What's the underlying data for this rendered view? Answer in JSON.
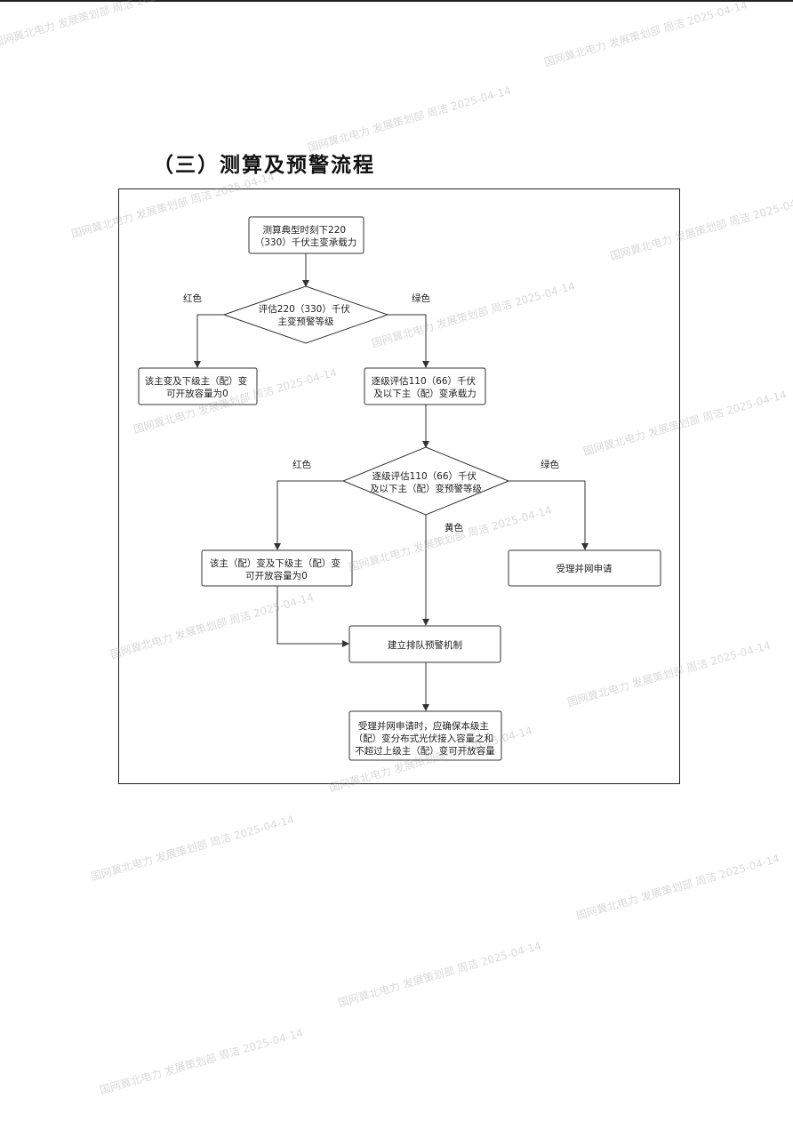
{
  "section_title": "（三）测算及预警流程",
  "flow": {
    "n1": [
      "测算典型时刻下220",
      "（330）千伏主变承载力"
    ],
    "d1": [
      "评估220（330）千伏",
      "主变预警等级"
    ],
    "l_red1": "红色",
    "l_green1": "绿色",
    "n2": [
      "该主变及下级主（配）变",
      "可开放容量为0"
    ],
    "n3": [
      "逐级评估110（66）千伏",
      "及以下主（配）变承载力"
    ],
    "d2": [
      "逐级评估110（66）千伏",
      "及以下主（配）变预警等级"
    ],
    "l_red2": "红色",
    "l_green2": "绿色",
    "l_yellow": "黄色",
    "n4": [
      "该主（配）变及下级主（配）变",
      "可开放容量为0"
    ],
    "n5": [
      "受理并网申请"
    ],
    "n6": [
      "建立排队预警机制"
    ],
    "n7": [
      "受理并网申请时，应确保本级主",
      "（配）变分布式光伏接入容量之和",
      "不超过上级主（配）变可开放容量"
    ]
  },
  "watermark": "国网冀北电力 发展策划部 周洁 2025-04-14"
}
